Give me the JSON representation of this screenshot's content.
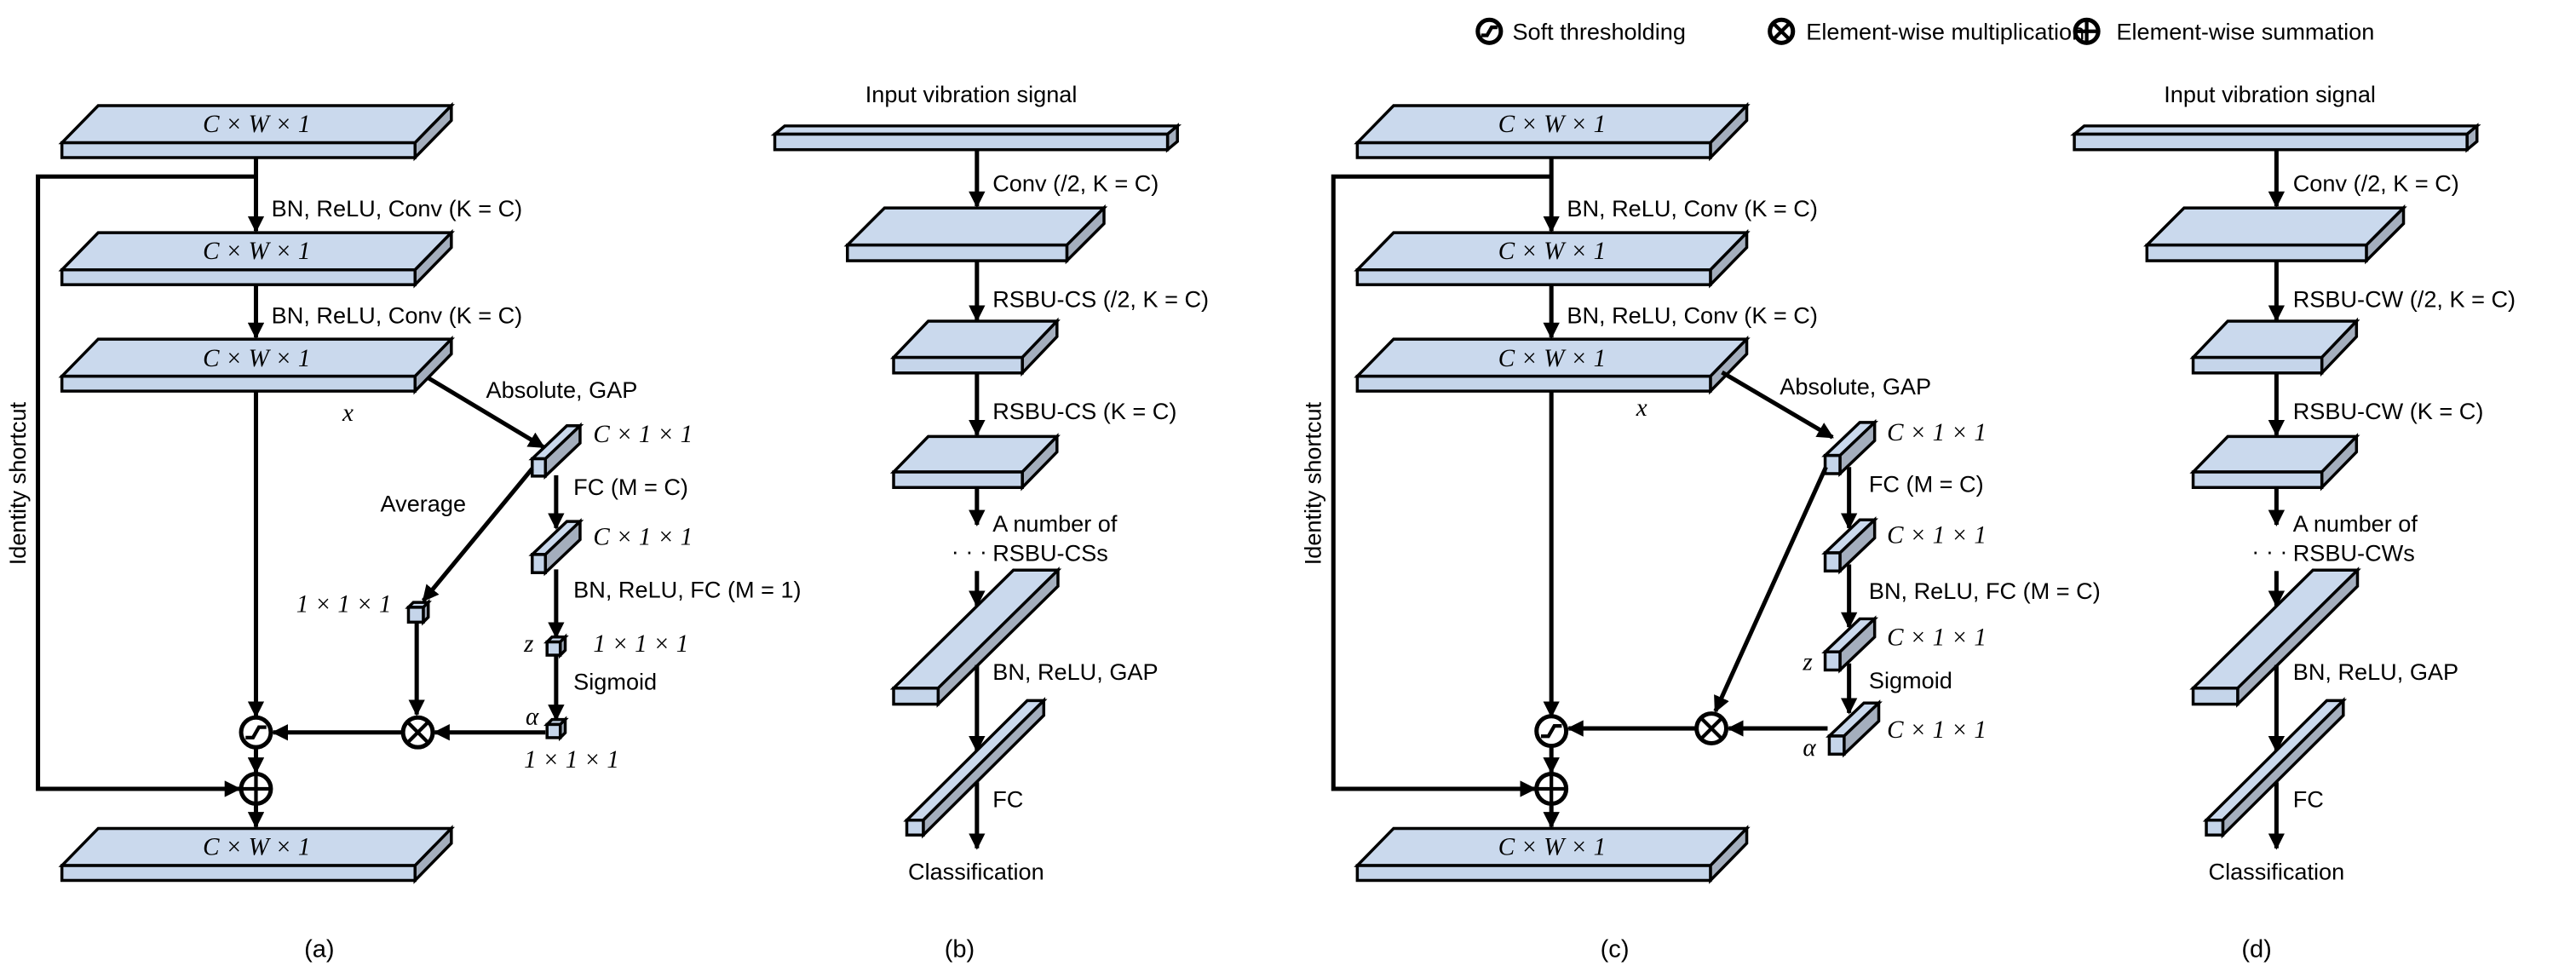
{
  "legend": [
    {
      "icon": "soft-thresholding-icon",
      "label": "Soft thresholding"
    },
    {
      "icon": "element-wise-multiplication-icon",
      "label": "Element-wise multiplication"
    },
    {
      "icon": "element-wise-summation-icon",
      "label": "Element-wise summation"
    }
  ],
  "colors": {
    "front": "#c5d5ea",
    "top": "#cad9ed",
    "side": "#a4aebd",
    "stroke": "#000000"
  },
  "panel_a": {
    "slab": "C × W × 1",
    "conv": "BN, ReLU, Conv (K = C)",
    "x": "x",
    "abs_gap": "Absolute, GAP",
    "c11": "C × 1 × 1",
    "fc1": "FC (M = C)",
    "fc2": "BN, ReLU, FC (M = 1)",
    "one": "1 × 1 × 1",
    "z": "z",
    "sigmoid": "Sigmoid",
    "alpha": "α",
    "average": "Average",
    "identity": "Identity shortcut",
    "caption": "(a)"
  },
  "panel_b": {
    "input": "Input vibration signal",
    "conv": "Conv (/2, K = C)",
    "unit1": "RSBU-CS (/2, K = C)",
    "unit2": "RSBU-CS (K = C)",
    "more1": "A number of",
    "more2": "RSBU-CSs",
    "dots": "· · ·",
    "gap": "BN, ReLU, GAP",
    "fc": "FC",
    "out": "Classification",
    "caption": "(b)"
  },
  "panel_c": {
    "slab": "C × W × 1",
    "conv": "BN, ReLU, Conv (K = C)",
    "x": "x",
    "abs_gap": "Absolute, GAP",
    "c11": "C × 1 × 1",
    "fc1": "FC (M = C)",
    "fc2": "BN, ReLU, FC (M = C)",
    "z": "z",
    "sigmoid": "Sigmoid",
    "alpha": "α",
    "identity": "Identity shortcut",
    "caption": "(c)"
  },
  "panel_d": {
    "input": "Input vibration signal",
    "conv": "Conv (/2, K = C)",
    "unit1": "RSBU-CW (/2, K = C)",
    "unit2": "RSBU-CW (K = C)",
    "more1": "A number of",
    "more2": "RSBU-CWs",
    "dots": "· · ·",
    "gap": "BN, ReLU, GAP",
    "fc": "FC",
    "out": "Classification",
    "caption": "(d)"
  }
}
